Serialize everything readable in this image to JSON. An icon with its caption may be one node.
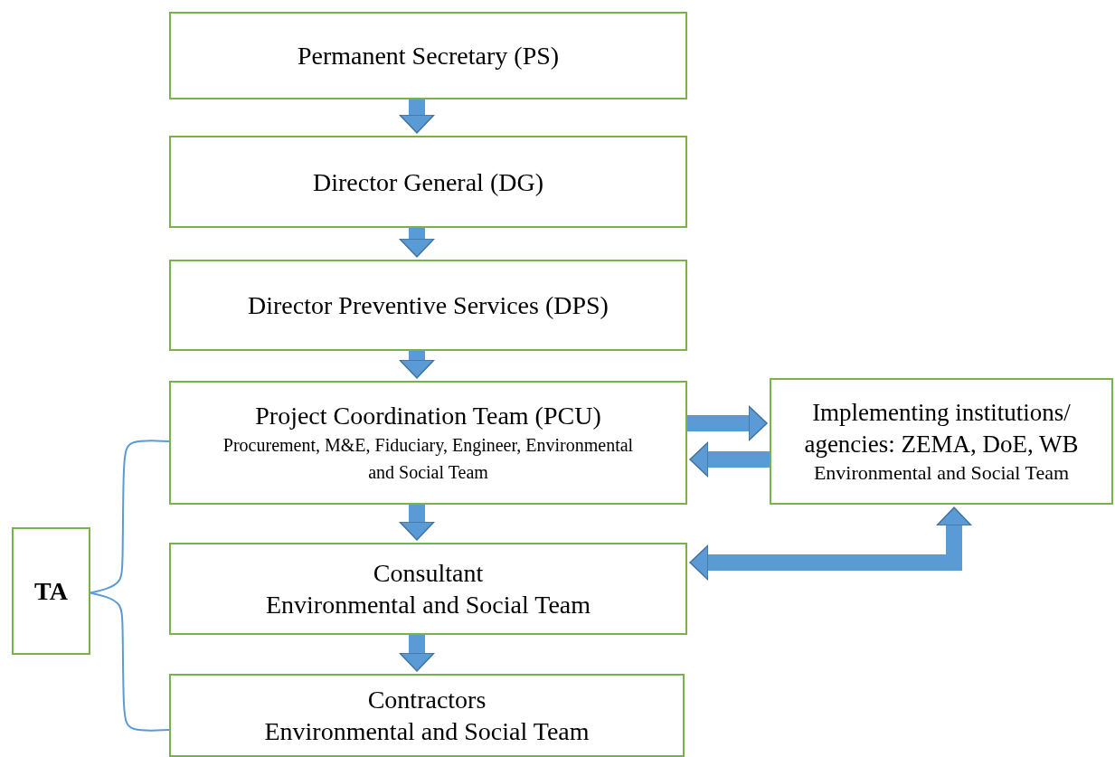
{
  "diagram": {
    "nodes": [
      {
        "text": [
          "Permanent Secretary (PS)"
        ]
      },
      {
        "text": [
          "Director General (DG)"
        ]
      },
      {
        "text": [
          "Director Preventive Services (DPS)"
        ]
      },
      {
        "text": [
          "Project Coordination Team (PCU)",
          "Procurement, M&E, Fiduciary, Engineer, Environmental and Social Team"
        ]
      },
      {
        "text": [
          "Implementing institutions/ agencies: ZEMA, DoE, WB",
          "Environmental and Social Team"
        ]
      },
      {
        "text": [
          "Consultant",
          "Environmental and Social Team"
        ]
      },
      {
        "text": [
          "Contractors",
          "Environmental and Social Team"
        ]
      },
      {
        "text": [
          "TA"
        ]
      }
    ],
    "edges": [
      {
        "from": 0,
        "to": 1,
        "arrow": "to"
      },
      {
        "from": 1,
        "to": 2,
        "arrow": "to"
      },
      {
        "from": 2,
        "to": 3,
        "arrow": "to"
      },
      {
        "from": 3,
        "to": 4,
        "arrow": "to"
      },
      {
        "from": 4,
        "to": 3,
        "arrow": "to"
      },
      {
        "from": 3,
        "to": 5,
        "arrow": "to"
      },
      {
        "from": 5,
        "to": 6,
        "arrow": "to"
      },
      {
        "from": 5,
        "to": 4,
        "arrow": "both"
      },
      {
        "from": 7,
        "to": 3,
        "arrow": "none"
      },
      {
        "from": 7,
        "to": 6,
        "arrow": "none"
      }
    ]
  }
}
